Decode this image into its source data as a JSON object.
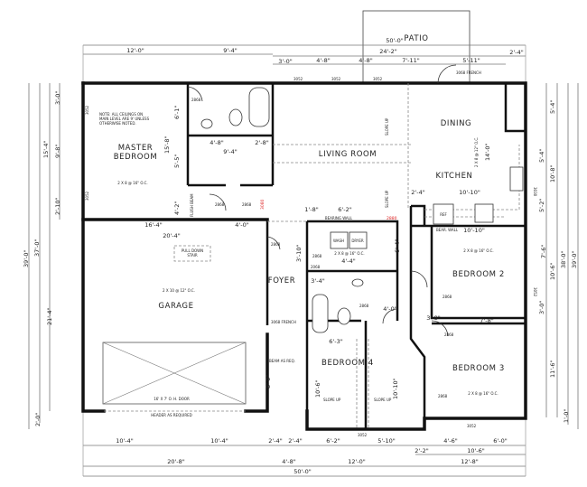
{
  "rooms": {
    "master": [
      "MASTER",
      "BEDROOM"
    ],
    "living": "LIVING ROOM",
    "dining": "DINING",
    "kitchen": "KITCHEN",
    "bed2": "BEDROOM 2",
    "bed3": "BEDROOM 3",
    "bed4": "BEDROOM 4",
    "garage": "GARAGE",
    "foyer": "FOYER",
    "patio": "PATIO",
    "wash": "WASH",
    "dryer": "DRYER",
    "ref": "REF"
  },
  "notes": {
    "ceiling": [
      "NOTE: ALL CEILINGS ON",
      "MAIN LEVEL ARE 9' UNLESS",
      "OTHERWISE NOTED."
    ],
    "joist_master": "2 X 8 @ 16\" O.C.",
    "joist_garage": "2 X 10 @ 12\" O.C.",
    "joist_kitchen": "2 X 8 @ 12\" O.C.",
    "joist_bed2": "2 X 8 @ 16\" O.C.",
    "joist_bed3": "2 X 8 @ 16\" O.C.",
    "joist_laundry": "2 X 8 @ 16\" O.C.",
    "pull_down": [
      "PULL DOWN",
      "STAIR"
    ],
    "garage_door": "16' X 7' O. H. DOOR",
    "header": "HEADER AS REQUIRED",
    "slope_up": "SLOPE UP",
    "bearing_wall": "BEARING WALL",
    "bear_wall": "BEAR. WALL",
    "flush_beam": "FLUSH BEAM",
    "beam_as_req": "BEAM AS REQ.",
    "opening_2880": "2880",
    "opening_3080": "3080"
  },
  "windows": [
    "3052",
    "3052",
    "3052",
    "3052",
    "3052",
    "3030",
    "3052",
    "3052",
    "3052"
  ],
  "doors": [
    "2868",
    "2868",
    "2868",
    "2868",
    "2868",
    "2868",
    "2868",
    "2868",
    "2868",
    "2068",
    "3068 FRENCH",
    "3068 FRENCH"
  ],
  "dims": {
    "top": [
      "50'-0\"",
      "12'-0\"",
      "9'-4\"",
      "24'-2\"",
      "2'-4\"",
      "3'-0\"",
      "4'-8\"",
      "4'-8\"",
      "7'-11\"",
      "5'-11\""
    ],
    "left": [
      "3'-0\"",
      "15'-4\"",
      "9'-8\"",
      "2'-10\"",
      "39'-0\"",
      "37'-0\"",
      "21'-4\"",
      "2'-0\""
    ],
    "right": [
      "5'-4\"",
      "5'-4\"",
      "10'-8\"",
      "5'-2\"",
      "7'-6\"",
      "10'-6\"",
      "3'-0\"",
      "11'-6\"",
      "1'-0\"",
      "38'-0\"",
      "39'-0\""
    ],
    "bottom": [
      "10'-4\"",
      "10'-4\"",
      "2'-4\"",
      "2'-4\"",
      "6'-2\"",
      "5'-10\"",
      "4'-6\"",
      "6'-0\"",
      "2'-2\"",
      "10'-6\"",
      "20'-8\"",
      "4'-8\"",
      "12'-0\"",
      "12'-8\"",
      "50'-0\""
    ],
    "interior": [
      "16'-4\"",
      "20'-4\"",
      "4'-0\"",
      "4'-8\"",
      "2'-8\"",
      "9'-4\"",
      "15'-8\"",
      "6'-1\"",
      "5'-5\"",
      "4'-2\"",
      "1'-8\"",
      "6'-2\"",
      "6'-4\"",
      "4'-4\"",
      "3'-4\"",
      "3'-10\"",
      "4'-0\"",
      "6'-3\"",
      "10'-6\"",
      "10'-10\"",
      "3'-8\"",
      "7'-8\"",
      "10'-10\"",
      "10'-10\"",
      "2'-4\"",
      "14'-0\"",
      "8'-0\""
    ]
  }
}
